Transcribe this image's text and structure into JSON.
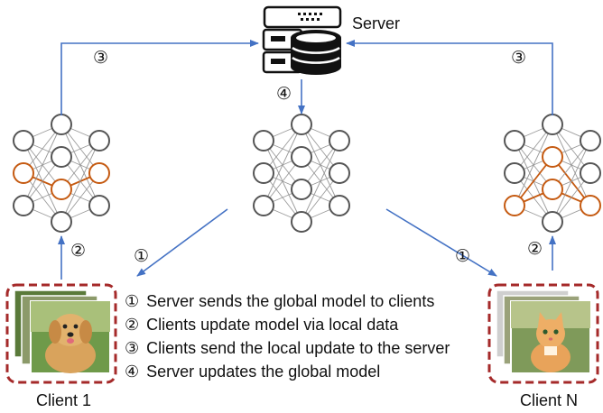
{
  "server": {
    "label": "Server",
    "icon": "server-database-icon"
  },
  "clients": [
    {
      "label": "Client 1",
      "image": "puppy-photo-stack"
    },
    {
      "label": "Client N",
      "image": "kitten-photo-stack"
    }
  ],
  "step_markers": {
    "send_global_left": "①",
    "send_global_right": "①",
    "local_update_left": "②",
    "local_update_right": "②",
    "upload_left": "③",
    "upload_right": "③",
    "aggregate": "④"
  },
  "legend": [
    {
      "marker": "①",
      "text": "Server sends the global model to clients"
    },
    {
      "marker": "②",
      "text": "Clients update model via local data"
    },
    {
      "marker": "③",
      "text": "Clients send the local update to the server"
    },
    {
      "marker": "④",
      "text": "Server updates the global model"
    }
  ],
  "colors": {
    "arrow": "#4472c4",
    "node": "#555555",
    "highlight": "#c55a11",
    "client_border": "#a52a2a"
  }
}
